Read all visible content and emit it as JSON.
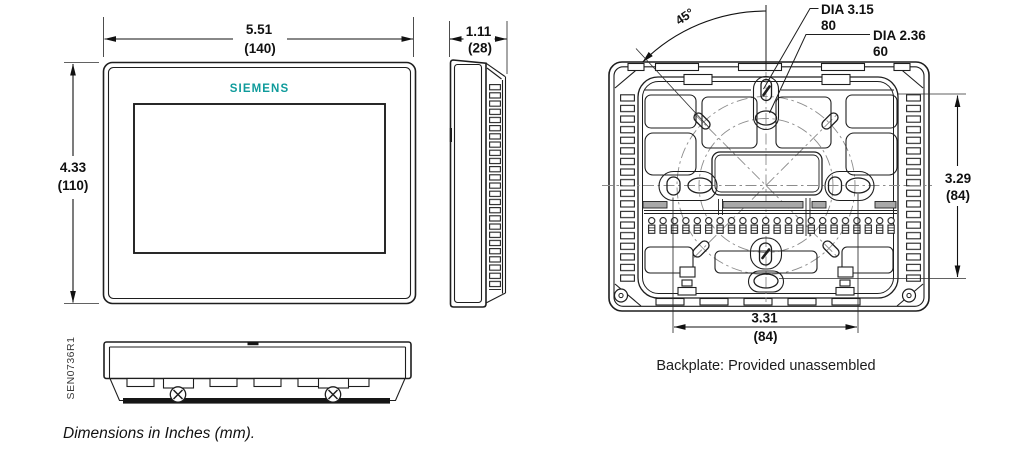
{
  "drawing": {
    "brand": "SIEMENS",
    "brand_color": "#0F9B9B",
    "reference_code": "SEN0736R1",
    "caption": "Dimensions in Inches (mm).",
    "views": {
      "front": {
        "width_in": "5.51",
        "width_mm": "(140)",
        "height_in": "4.33",
        "height_mm": "(110)"
      },
      "side": {
        "depth_in": "1.11",
        "depth_mm": "(28)"
      },
      "backplate": {
        "note": "Backplate: Provided unassembled",
        "angle": "45°",
        "outer_circle_label": "DIA 3.15",
        "outer_circle_mm": "80",
        "inner_circle_label": "DIA 2.36",
        "inner_circle_mm": "60",
        "mount_height_in": "3.29",
        "mount_height_mm": "(84)",
        "mount_width_in": "3.31",
        "mount_width_mm": "(84)"
      }
    }
  }
}
